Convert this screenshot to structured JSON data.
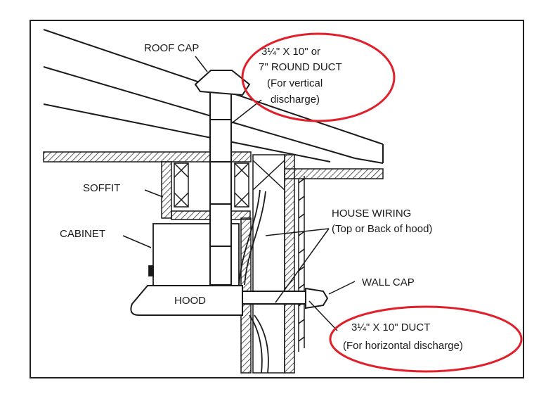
{
  "labels": {
    "roof_cap": "ROOF CAP",
    "round_duct_line1": "3¼\" X 10\" or",
    "round_duct_line2": "7\" ROUND DUCT",
    "round_duct_line3": "(For vertical",
    "round_duct_line4": "discharge)",
    "soffit": "SOFFIT",
    "cabinet": "CABINET",
    "house_wiring_line1": "HOUSE WIRING",
    "house_wiring_line2": "(Top or Back of hood)",
    "wall_cap": "WALL CAP",
    "hood": "HOOD",
    "horiz_duct_line1": "3¼\" X 10\" DUCT",
    "horiz_duct_line2": "(For horizontal discharge)"
  },
  "colors": {
    "line": "#1a1a1a",
    "highlight": "#e0202a",
    "hatch": "#333333"
  }
}
